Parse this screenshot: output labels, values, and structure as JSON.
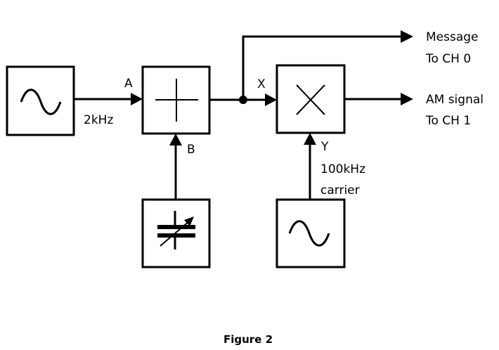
{
  "diagram": {
    "blocks": [
      {
        "id": "oscillator-2khz",
        "icon": "sine-wave-icon"
      },
      {
        "id": "adder",
        "icon": "plus-icon"
      },
      {
        "id": "dc-source",
        "icon": "variable-capacitor-icon"
      },
      {
        "id": "multiplier",
        "icon": "multiply-icon"
      },
      {
        "id": "oscillator-100khz",
        "icon": "sine-wave-icon"
      }
    ],
    "labels": {
      "adder_input_a": "A",
      "adder_input_b": "B",
      "multiplier_input_x": "X",
      "multiplier_input_y": "Y",
      "osc1_freq": "2kHz",
      "carrier_freq": "100kHz",
      "carrier_word": "carrier",
      "message_line1": "Message",
      "message_line2": "To CH 0",
      "am_line1": "AM signal",
      "am_line2": "To CH 1"
    },
    "caption": "Figure 2"
  }
}
